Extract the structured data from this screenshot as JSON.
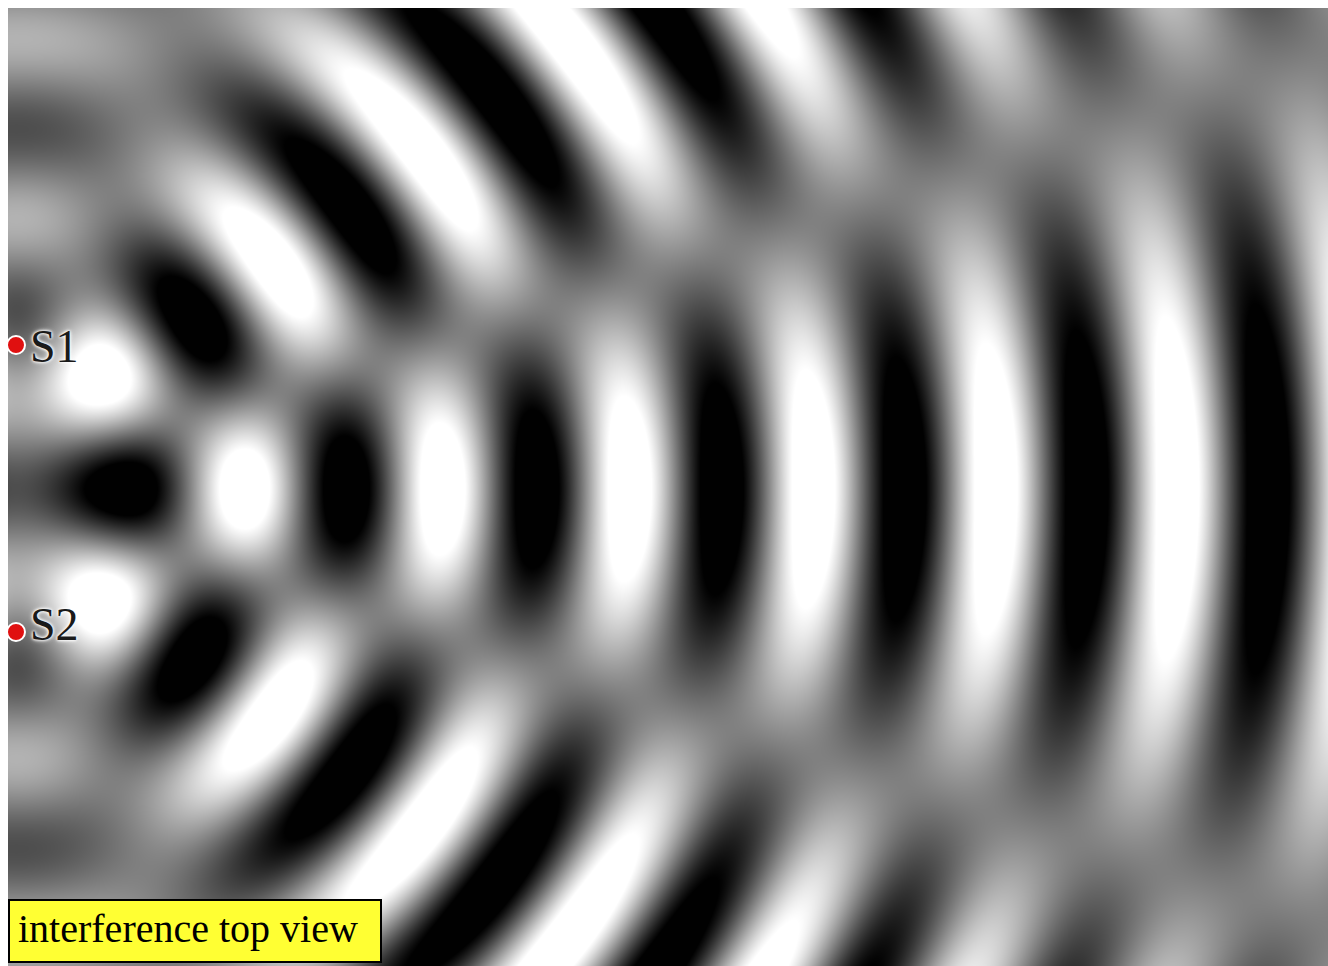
{
  "diagram": {
    "nodes": [
      {
        "text": [
          "interference top view"
        ]
      }
    ],
    "labels": [
      "S1",
      "S2"
    ]
  }
}
